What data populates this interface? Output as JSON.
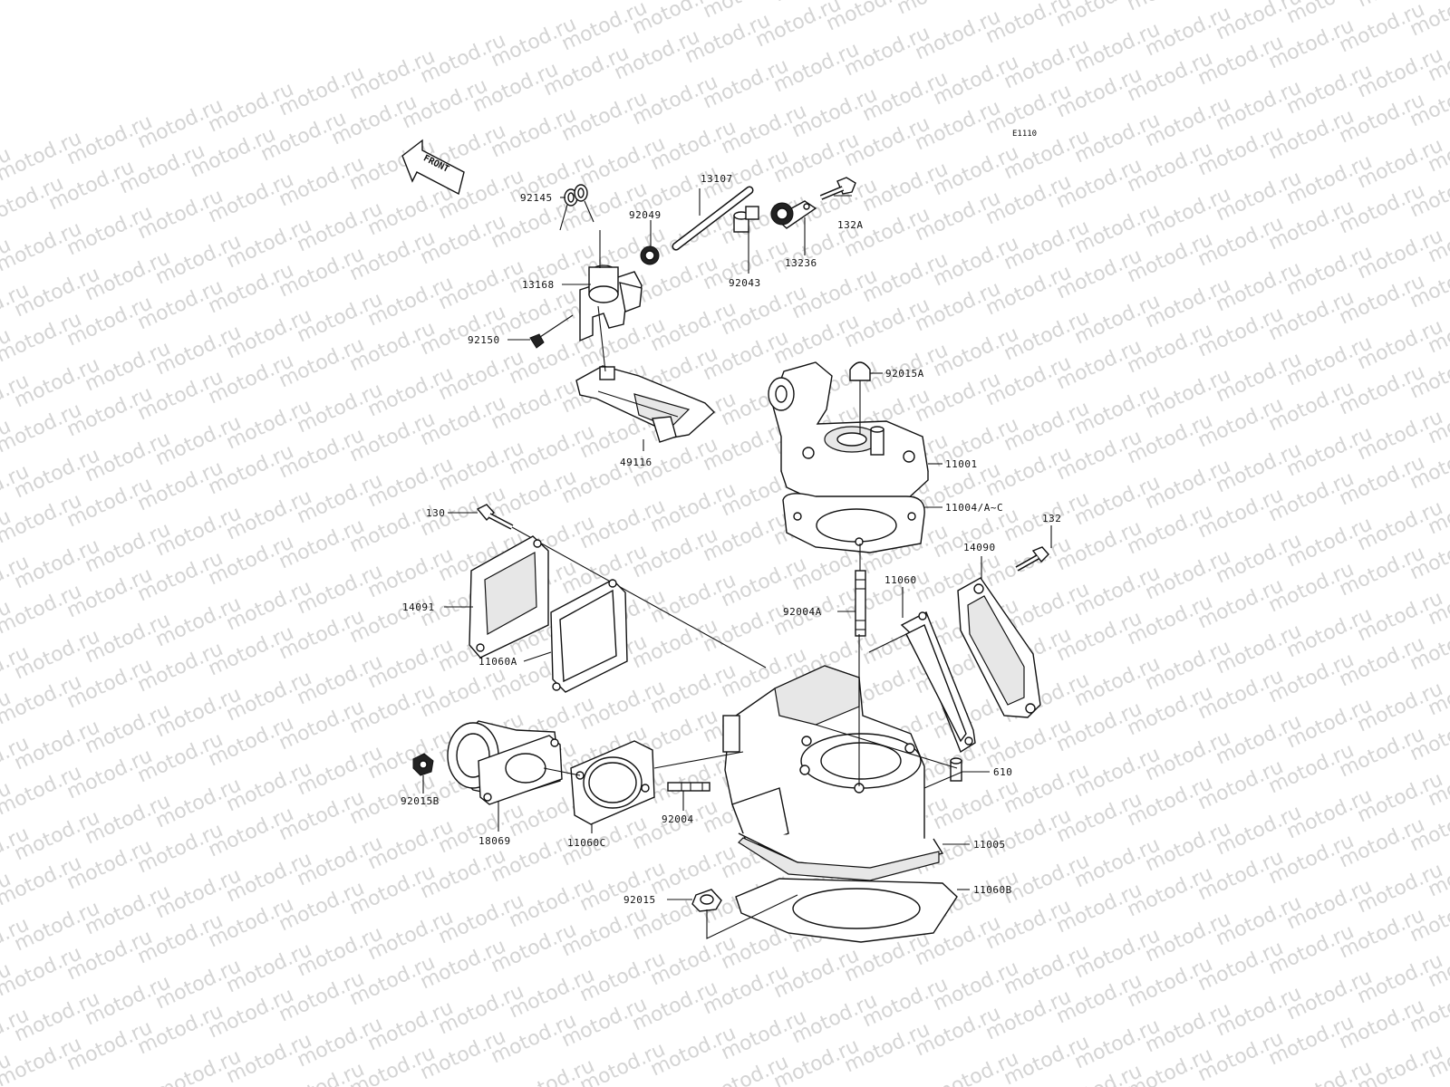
{
  "diagram_code": "E1110",
  "front_label": "FRONT",
  "watermark_text": "motod.ru",
  "parts": {
    "p92145": "92145",
    "p92049": "92049",
    "p13107": "13107",
    "p132A": "132A",
    "p13236": "13236",
    "p92043": "92043",
    "p13168": "13168",
    "p92150": "92150",
    "p92015A": "92015A",
    "p49116": "49116",
    "p11001": "11001",
    "p11004": "11004/A~C",
    "p130": "130",
    "p132": "132",
    "p14090": "14090",
    "p11060": "11060",
    "p14091": "14091",
    "p92004A": "92004A",
    "p11060A": "11060A",
    "p610": "610",
    "p92015B": "92015B",
    "p18069": "18069",
    "p11060C": "11060C",
    "p92004": "92004",
    "p11005": "11005",
    "p11060B": "11060B",
    "p92015": "92015"
  }
}
